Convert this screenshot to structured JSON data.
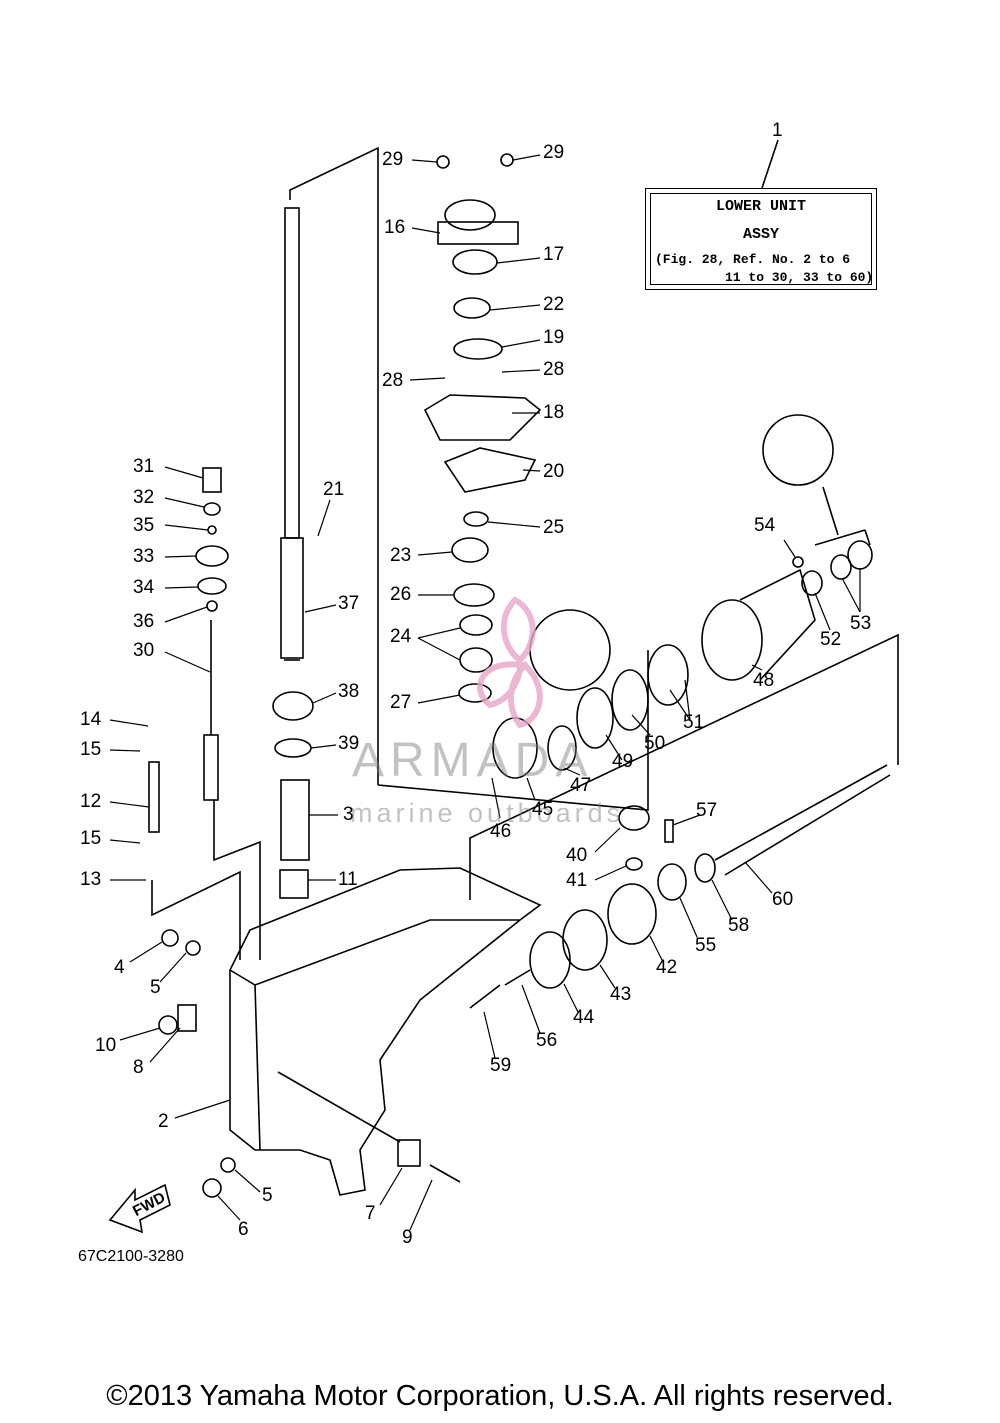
{
  "legend": {
    "title": "LOWER UNIT",
    "subtitle": "ASSY",
    "ref_line1": "(Fig. 28, Ref. No. 2 to 6",
    "ref_line2": "11 to 30, 33 to 60)"
  },
  "figure_code": "67C2100-3280",
  "copyright": "©2013 Yamaha Motor Corporation, U.S.A. All rights reserved.",
  "watermark": {
    "brand": "ARMADA",
    "tagline": "marine outboards",
    "accent_color": "#e8a6c8"
  },
  "direction_label": "FWD",
  "colors": {
    "line": "#000000",
    "watermark_gray": "#8a8a8a",
    "watermark_pink": "#e8a6c8"
  },
  "callouts": [
    "1",
    "29",
    "29",
    "16",
    "17",
    "22",
    "19",
    "28",
    "28",
    "18",
    "20",
    "25",
    "23",
    "26",
    "24",
    "27",
    "21",
    "37",
    "38",
    "39",
    "3",
    "11",
    "31",
    "32",
    "35",
    "33",
    "34",
    "36",
    "30",
    "14",
    "15",
    "12",
    "15",
    "13",
    "54",
    "52",
    "53",
    "48",
    "51",
    "50",
    "49",
    "47",
    "45",
    "46",
    "57",
    "40",
    "41",
    "60",
    "58",
    "55",
    "42",
    "43",
    "44",
    "56",
    "59",
    "4",
    "5",
    "10",
    "8",
    "2",
    "5",
    "6",
    "7",
    "9"
  ]
}
